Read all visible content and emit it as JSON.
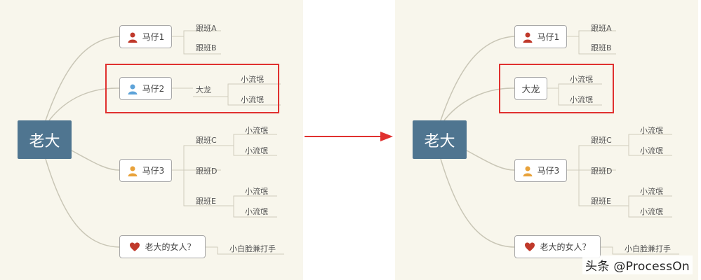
{
  "before": {
    "root": "老大",
    "branches": [
      {
        "label": "马仔1",
        "icon": "person-red-icon",
        "children": [
          "跟班A",
          "跟班B"
        ]
      },
      {
        "label": "马仔2",
        "icon": "person-blue-icon",
        "children": [
          {
            "label": "大龙",
            "children": [
              "小流氓",
              "小流氓"
            ]
          }
        ]
      },
      {
        "label": "马仔3",
        "icon": "person-yellow-icon",
        "children": [
          {
            "label": "跟班C",
            "children": [
              "小流氓",
              "小流氓"
            ]
          },
          {
            "label": "跟班D",
            "children": []
          },
          {
            "label": "跟班E",
            "children": [
              "小流氓",
              "小流氓"
            ]
          }
        ]
      },
      {
        "label": "老大的女人？",
        "icon": "heart-icon",
        "children": [
          "小白脸兼打手"
        ]
      }
    ]
  },
  "after": {
    "root": "老大",
    "branches": [
      {
        "label": "马仔1",
        "icon": "person-red-icon",
        "children": [
          "跟班A",
          "跟班B"
        ]
      },
      {
        "label": "大龙",
        "children": [
          "小流氓",
          "小流氓"
        ]
      },
      {
        "label": "马仔3",
        "icon": "person-yellow-icon",
        "children": [
          {
            "label": "跟班C",
            "children": [
              "小流氓",
              "小流氓"
            ]
          },
          {
            "label": "跟班D",
            "children": []
          },
          {
            "label": "跟班E",
            "children": [
              "小流氓",
              "小流氓"
            ]
          }
        ]
      },
      {
        "label": "老大的女人？",
        "icon": "heart-icon",
        "children": [
          "小白脸兼打手"
        ]
      }
    ]
  },
  "watermark": "头条 @ProcessOn",
  "colors": {
    "panel_bg": "#f8f6ec",
    "root_bg": "#4f7590",
    "highlight": "#e0312f",
    "arrow": "#e0312f",
    "person_red": "#c0392b",
    "person_blue": "#5da3d9",
    "person_yellow": "#e8a23a",
    "heart": "#c0392b"
  }
}
